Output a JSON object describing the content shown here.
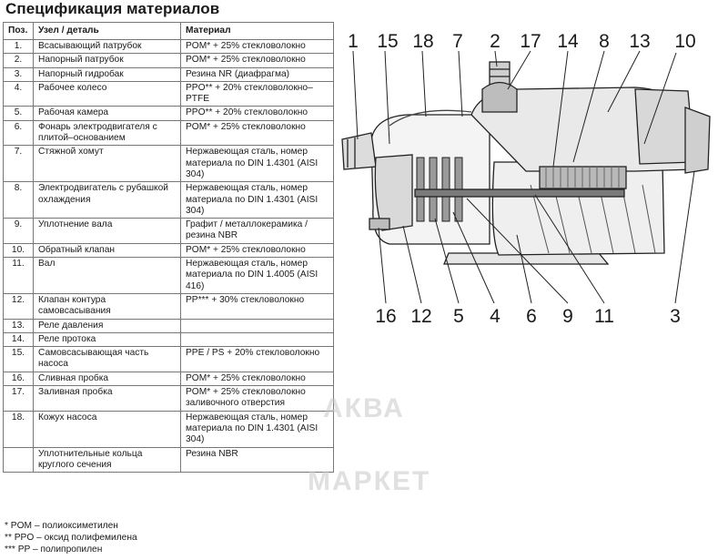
{
  "title": "Спецификация материалов",
  "table": {
    "headers": [
      "Поз.",
      "Узел / деталь",
      "Материал"
    ],
    "rows": [
      {
        "pos": "1.",
        "part": "Всасывающий патрубок",
        "material": "POM* + 25% стекловолокно"
      },
      {
        "pos": "2.",
        "part": "Напорный патрубок",
        "material": "POM* + 25% стекловолокно"
      },
      {
        "pos": "3.",
        "part": "Напорный гидробак",
        "material": "Резина NR (диафрагма)"
      },
      {
        "pos": "4.",
        "part": "Рабочее колесо",
        "material": "PPO** + 20% стекловолокно–PTFE"
      },
      {
        "pos": "5.",
        "part": "Рабочая камера",
        "material": "PPO** + 20% стекловолокно"
      },
      {
        "pos": "6.",
        "part": "Фонарь электродвигателя с плитой–основанием",
        "material": "POM* + 25% стекловолокно"
      },
      {
        "pos": "7.",
        "part": "Стяжной хомут",
        "material": "Нержавеющая сталь, номер материала по DIN 1.4301 (AISI 304)"
      },
      {
        "pos": "8.",
        "part": "Электродвигатель с рубашкой охлаждения",
        "material": "Нержавеющая сталь, номер материала по DIN 1.4301 (AISI 304)"
      },
      {
        "pos": "9.",
        "part": "Уплотнение вала",
        "material": "Графит / металлокерамика / резина NBR"
      },
      {
        "pos": "10.",
        "part": "Обратный клапан",
        "material": "POM* + 25% стекловолокно"
      },
      {
        "pos": "11.",
        "part": "Вал",
        "material": "Нержавеющая сталь, номер материала по DIN 1.4005 (AISI 416)"
      },
      {
        "pos": "12.",
        "part": "Клапан контура самовсасывания",
        "material": "PP*** + 30% стекловолокно"
      },
      {
        "pos": "13.",
        "part": "Реле давления",
        "material": ""
      },
      {
        "pos": "14.",
        "part": "Реле протока",
        "material": ""
      },
      {
        "pos": "15.",
        "part": "Самовсасывающая часть насоса",
        "material": "PPE / PS + 20% стекловолокно"
      },
      {
        "pos": "16.",
        "part": "Сливная пробка",
        "material": "POM* + 25% стекловолокно"
      },
      {
        "pos": "17.",
        "part": "Заливная пробка",
        "material": "POM* + 25% стекловолокно заливочного отверстия"
      },
      {
        "pos": "18.",
        "part": "Кожух насоса",
        "material": "Нержавеющая сталь, номер материала по DIN 1.4301 (AISI 304)"
      },
      {
        "pos": "",
        "part": "Уплотнительные кольца круглого сечения",
        "material": "Резина NBR"
      }
    ]
  },
  "notes": [
    "* POM – полиоксиметилен",
    "** PPO – оксид полифемилена",
    "*** PP – полипропилен"
  ],
  "callouts_top": [
    "1",
    "15",
    "18",
    "7",
    "2",
    "17",
    "14",
    "8",
    "13",
    "10"
  ],
  "callouts_bottom": [
    "16",
    "12",
    "5",
    "4",
    "6",
    "9",
    "11",
    "3"
  ],
  "watermark": [
    "АКВА",
    "МАРКЕТ"
  ]
}
